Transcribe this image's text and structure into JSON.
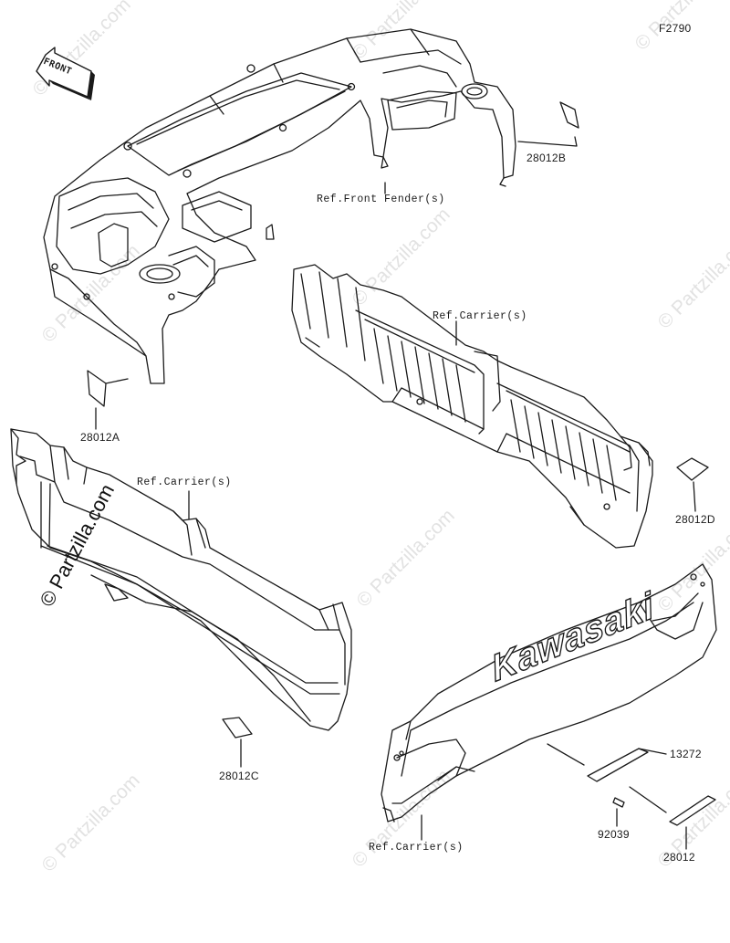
{
  "figure_code": "F2790",
  "front_arrow_label": "FRONT",
  "callouts": {
    "p28012B": "28012B",
    "p28012A": "28012A",
    "p28012C": "28012C",
    "p28012D": "28012D",
    "p13272": "13272",
    "p92039": "92039",
    "p28012": "28012"
  },
  "references": {
    "front_fender": "Ref.Front Fender(s)",
    "carrier_mid": "Ref.Carrier(s)",
    "carrier_left": "Ref.Carrier(s)",
    "carrier_bottom": "Ref.Carrier(s)"
  },
  "brand_logo_text": "Kawasaki",
  "watermark": {
    "text": "© Partzilla.com",
    "featured": "© Partzilla.com"
  },
  "colors": {
    "line": "#1a1a1a",
    "watermark": "#e2e2e2"
  }
}
